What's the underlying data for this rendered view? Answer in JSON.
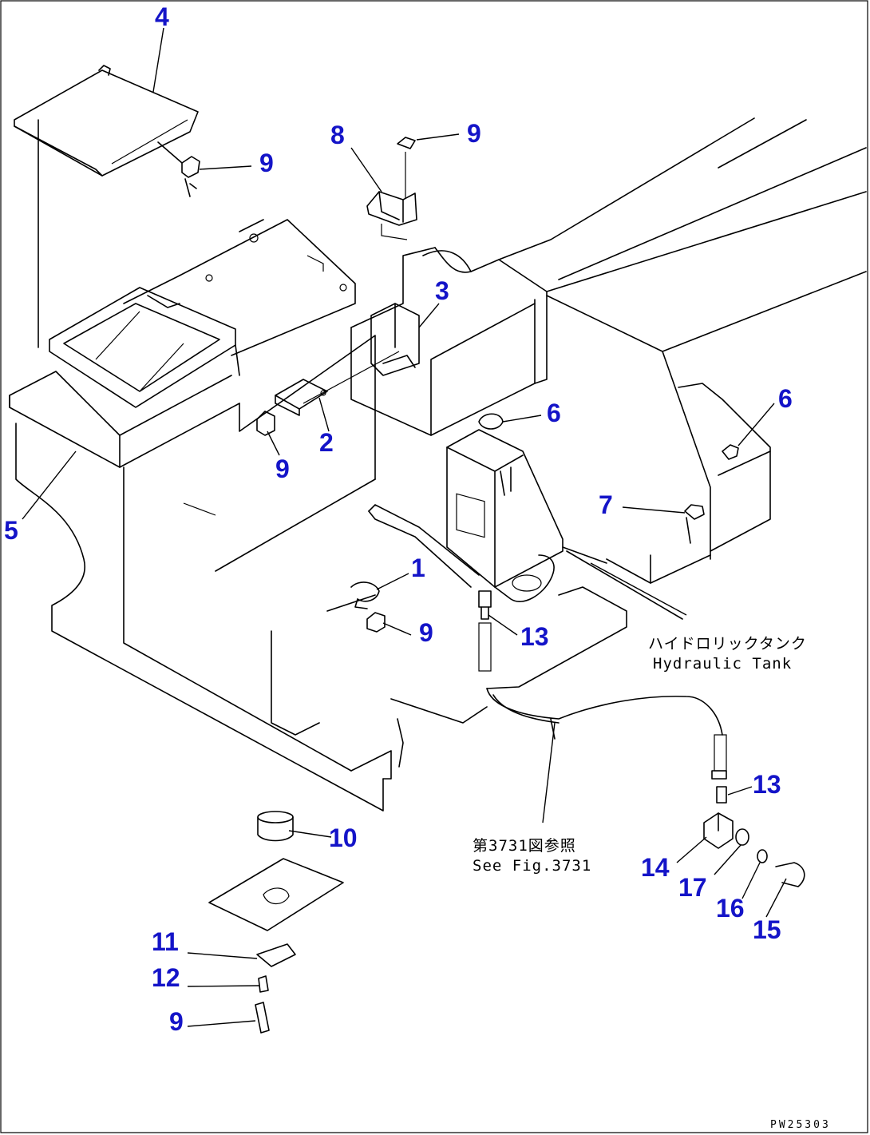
{
  "callouts": [
    {
      "id": "4",
      "label": "4"
    },
    {
      "id": "9a",
      "label": "9"
    },
    {
      "id": "8",
      "label": "8"
    },
    {
      "id": "9b",
      "label": "9"
    },
    {
      "id": "3",
      "label": "3"
    },
    {
      "id": "2",
      "label": "2"
    },
    {
      "id": "9c",
      "label": "9"
    },
    {
      "id": "5",
      "label": "5"
    },
    {
      "id": "6a",
      "label": "6"
    },
    {
      "id": "6b",
      "label": "6"
    },
    {
      "id": "7",
      "label": "7"
    },
    {
      "id": "1",
      "label": "1"
    },
    {
      "id": "9d",
      "label": "9"
    },
    {
      "id": "13a",
      "label": "13"
    },
    {
      "id": "13b",
      "label": "13"
    },
    {
      "id": "10",
      "label": "10"
    },
    {
      "id": "14",
      "label": "14"
    },
    {
      "id": "17",
      "label": "17"
    },
    {
      "id": "16",
      "label": "16"
    },
    {
      "id": "15",
      "label": "15"
    },
    {
      "id": "11",
      "label": "11"
    },
    {
      "id": "12",
      "label": "12"
    },
    {
      "id": "9e",
      "label": "9"
    }
  ],
  "notes": {
    "hydraulic_tank_jp": "ハイドロリックタンク",
    "hydraulic_tank_en": "Hydraulic Tank",
    "see_fig_jp": "第3731図参照",
    "see_fig_en": "See Fig.3731"
  },
  "drawing_code": "PW25303",
  "colors": {
    "callout": "#1414c8",
    "line": "#000000",
    "background": "#ffffff"
  }
}
